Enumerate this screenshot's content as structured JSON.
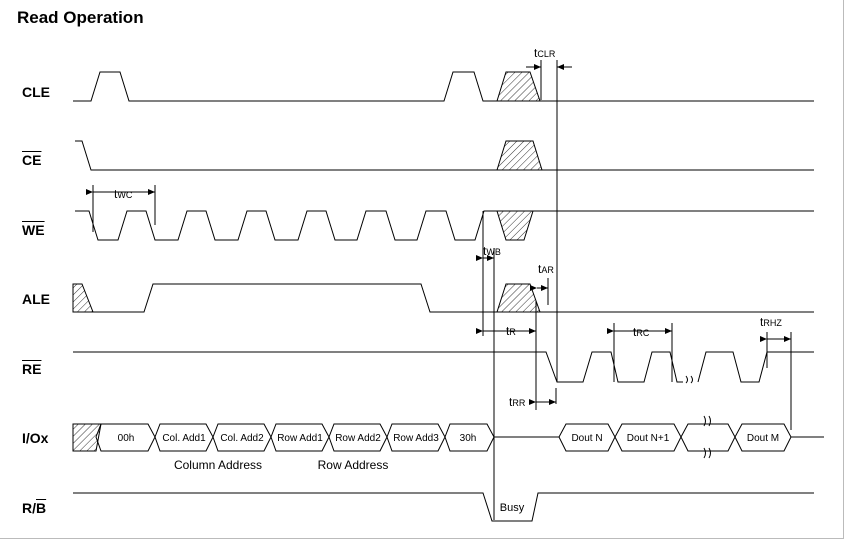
{
  "title": "Read Operation",
  "signals": {
    "cle": "CLE",
    "ce": "CE",
    "we": "WE",
    "ale": "ALE",
    "re": "RE",
    "io": "I/Ox",
    "rb_r": "R/",
    "rb_b": "B"
  },
  "io_cycles": [
    "00h",
    "Col. Add1",
    "Col. Add2",
    "Row Add1",
    "Row Add2",
    "Row Add3",
    "30h"
  ],
  "data_out": [
    "Dout N",
    "Dout N+1",
    "Dout M"
  ],
  "groups": {
    "column": "Column Address",
    "row": "Row Address"
  },
  "busy": "Busy",
  "timing": {
    "twc": [
      "t",
      "WC"
    ],
    "tclr": [
      "t",
      "CLR"
    ],
    "twb": [
      "t",
      "WB"
    ],
    "tar": [
      "t",
      "AR"
    ],
    "tr": [
      "t",
      "R"
    ],
    "trc": [
      "t",
      "RC"
    ],
    "trhz": [
      "t",
      "RHZ"
    ],
    "trr": [
      "t",
      "RR"
    ]
  }
}
